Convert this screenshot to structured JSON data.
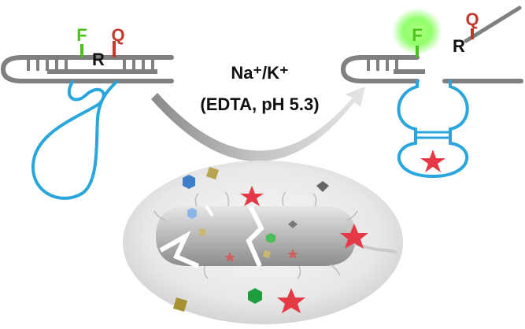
{
  "labels": {
    "left_fluorophore": "F",
    "left_cleavage": "R",
    "left_quencher": "Q",
    "right_fluorophore": "F",
    "right_cleavage": "R",
    "right_quencher": "Q",
    "condition_line1": "Na⁺/K⁺",
    "condition_line2": "(EDTA, pH 5.3)"
  },
  "colors": {
    "dna_gray": "#808080",
    "aptamer_blue": "#29A6DD",
    "fluorophore_green": "#4CC21E",
    "quencher_red": "#C0392B",
    "star_red": "#E63946",
    "text_black": "#111111",
    "glow_green": "#6CFF3A"
  }
}
